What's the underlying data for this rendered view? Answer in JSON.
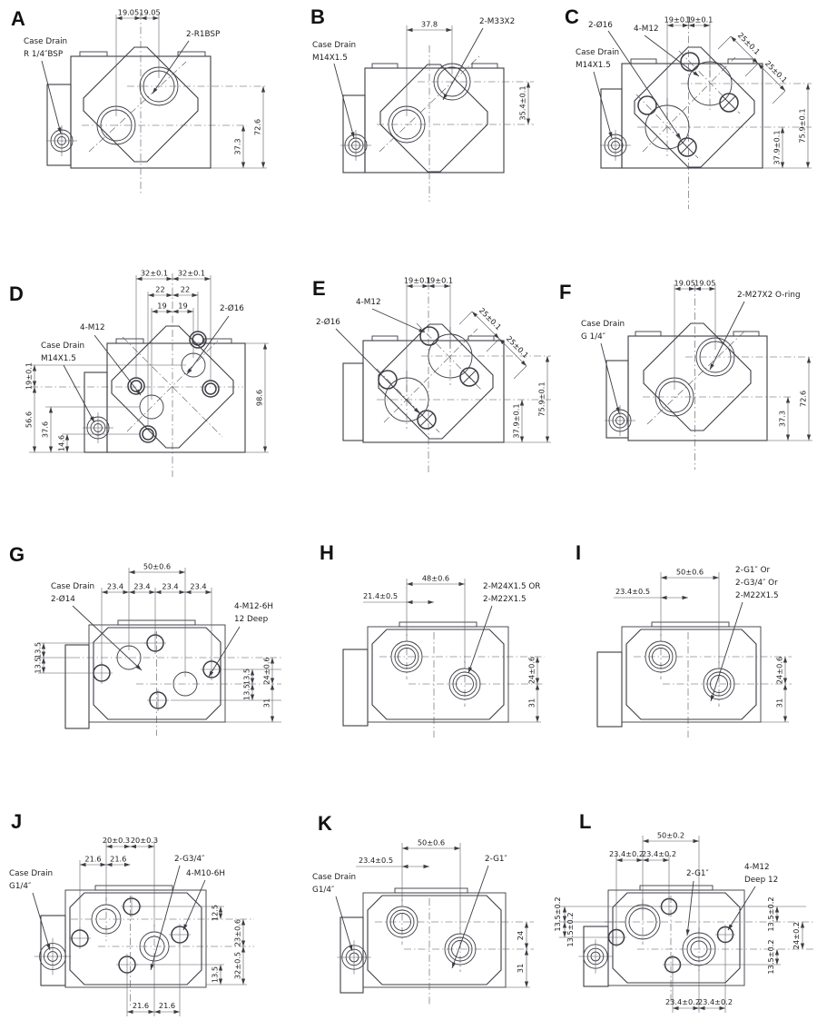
{
  "sheet": {
    "background": "#ffffff",
    "line_color": "#3c3c44",
    "text_color": "#1c1c1e"
  },
  "panels": [
    {
      "id": "A",
      "letter": "A",
      "dims": {
        "top": [
          "19.05",
          "19.05"
        ],
        "right": [
          "37.3",
          "72.6"
        ]
      },
      "callouts": {
        "port": "2-R1BSP",
        "case_drain": [
          "Case Drain",
          "R 1/4″BSP"
        ]
      }
    },
    {
      "id": "B",
      "letter": "B",
      "dims": {
        "top": [
          "37.8"
        ],
        "right": [
          "35.4±0.1"
        ]
      },
      "callouts": {
        "port": "2-M33X2",
        "case_drain": [
          "Case Drain",
          "M14X1.5"
        ]
      }
    },
    {
      "id": "C",
      "letter": "C",
      "dims": {
        "top": [
          "19±0.1",
          "19±0.1"
        ],
        "diagonal": [
          "25±0.1",
          "25±0.1"
        ],
        "right": [
          "37.9±0.1",
          "75.9±0.1"
        ]
      },
      "callouts": {
        "pin": "2-Ø16",
        "bolt": "4-M12",
        "case_drain": [
          "Case Drain",
          "M14X1.5"
        ]
      }
    },
    {
      "id": "D",
      "letter": "D",
      "dims": {
        "top_row1": [
          "32±0.1",
          "32±0.1"
        ],
        "top_row2": [
          "22",
          "22"
        ],
        "top_row3": [
          "19",
          "19"
        ],
        "left": [
          "19±0.1",
          "56.6",
          "37.6",
          "14.6"
        ],
        "right": [
          "98.6"
        ]
      },
      "callouts": {
        "bolt": "4-M12",
        "pin": "2-Ø16",
        "case_drain": [
          "Case Drain",
          "M14X1.5"
        ]
      }
    },
    {
      "id": "E",
      "letter": "E",
      "dims": {
        "top": [
          "19±0.1",
          "19±0.1"
        ],
        "diagonal": [
          "25±0.1",
          "25±0.1"
        ],
        "right": [
          "37.9±0.1",
          "75.9±0.1"
        ]
      },
      "callouts": {
        "pin": "2-Ø16",
        "bolt": "4-M12"
      }
    },
    {
      "id": "F",
      "letter": "F",
      "dims": {
        "top": [
          "19.05",
          "19.05"
        ],
        "right": [
          "37.3",
          "72.6"
        ]
      },
      "callouts": {
        "port": "2-M27X2  O-ring",
        "case_drain": [
          "Case Drain",
          "G 1/4″"
        ]
      }
    },
    {
      "id": "G",
      "letter": "G",
      "dims": {
        "top": [
          "50±0.6"
        ],
        "spacing": [
          "23.4",
          "23.4",
          "23.4",
          "23.4"
        ],
        "left": [
          "13.5",
          "13.5"
        ],
        "right": [
          "13.5",
          "24±0.6",
          "13.5",
          "31"
        ]
      },
      "callouts": {
        "case_drain": [
          "Case Drain",
          "2-Ø14"
        ],
        "bolt": [
          "4-M12-6H",
          "12  Deep"
        ]
      }
    },
    {
      "id": "H",
      "letter": "H",
      "dims": {
        "top": [
          "48±0.6",
          "21.4±0.5"
        ],
        "right": [
          "24±0.6",
          "31"
        ]
      },
      "callouts": {
        "port": [
          "2-M24X1.5 OR",
          "2-M22X1.5"
        ]
      }
    },
    {
      "id": "I",
      "letter": "I",
      "dims": {
        "top": [
          "50±0.6",
          "23.4±0.5"
        ],
        "right": [
          "24±0.6",
          "31"
        ]
      },
      "callouts": {
        "port": [
          "2-G1″  Or",
          "2-G3/4″  Or",
          "2-M22X1.5"
        ]
      }
    },
    {
      "id": "J",
      "letter": "J",
      "dims": {
        "top_row1": [
          "20±0.3",
          "20±0.3"
        ],
        "top_row2": [
          "21.6",
          "21.6"
        ],
        "bottom": [
          "21.6",
          "21.6"
        ],
        "right": [
          "12.5",
          "23±0.6",
          "32±0.5",
          "13.5"
        ]
      },
      "callouts": {
        "case_drain": [
          "Case Drain",
          "G1/4″"
        ],
        "port": "2-G3/4″",
        "bolt": "4-M10-6H"
      }
    },
    {
      "id": "K",
      "letter": "K",
      "dims": {
        "top": [
          "50±0.6",
          "23.4±0.5"
        ],
        "right": [
          "24",
          "31"
        ]
      },
      "callouts": {
        "port": "2-G1″",
        "case_drain": [
          "Case Drain",
          "G1/4″"
        ]
      }
    },
    {
      "id": "L",
      "letter": "L",
      "dims": {
        "top": [
          "50±0.2"
        ],
        "spacing_top": [
          "23.4±0.2",
          "23.4±0.2"
        ],
        "bottom": [
          "23.4±0.2",
          "23.4±0.2"
        ],
        "left": [
          "13.5±0.2",
          "13.5±0.2"
        ],
        "right": [
          "13.5±0.2",
          "24±0.2",
          "13.5±0.2"
        ]
      },
      "callouts": {
        "port": "2-G1″",
        "bolt": [
          "4-M12",
          "Deep 12"
        ]
      }
    }
  ]
}
